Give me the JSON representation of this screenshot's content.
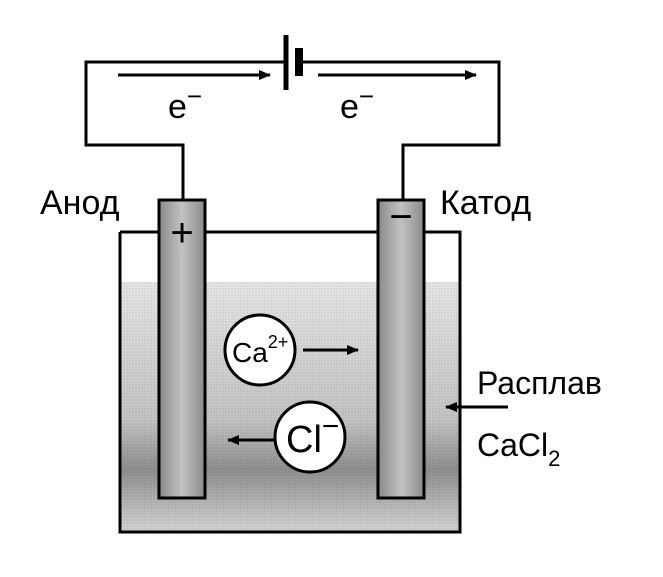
{
  "labels": {
    "anode": "Анод",
    "cathode": "Катод",
    "melt_line1": "Расплав",
    "melt_formula": "CaCl",
    "melt_subscript": "2",
    "electron_left": "e",
    "electron_right": "e",
    "electron_charge": "−",
    "anode_sign": "+",
    "cathode_sign": "−",
    "calcium_ion": "Ca",
    "calcium_charge": "2+",
    "chloride_ion": "Cl",
    "chloride_charge": "−"
  },
  "colors": {
    "ink": "#000000",
    "electrode_fill": "#a9a9a9",
    "melt_light": "#e2e2e2",
    "melt_dark": "#8e8e8e",
    "ion_fill": "#ffffff"
  }
}
